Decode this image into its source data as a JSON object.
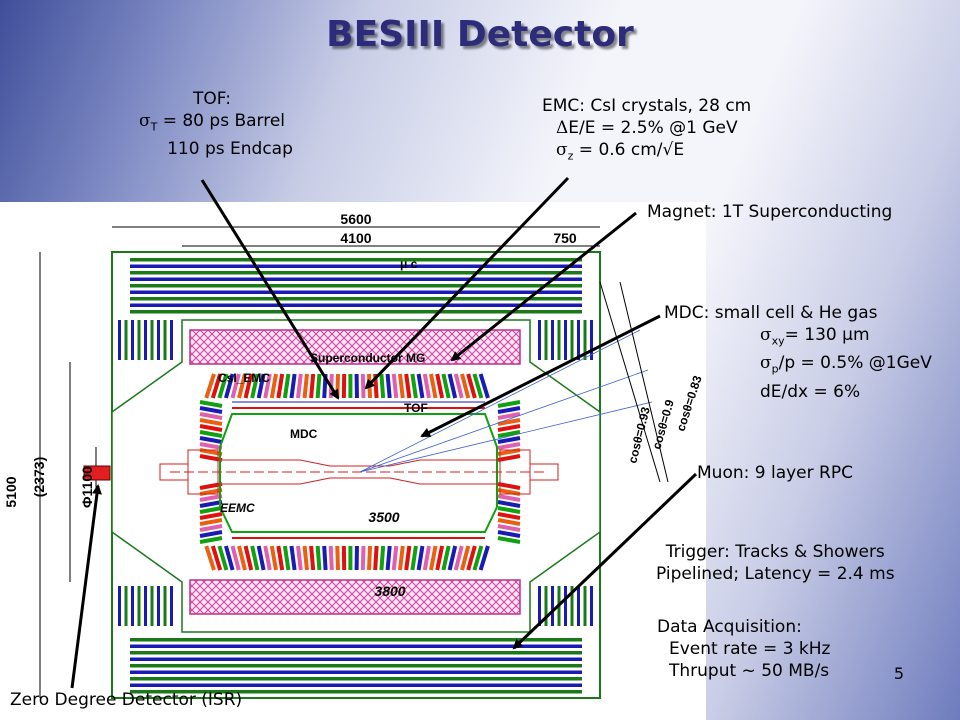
{
  "title": "BESIII Detector",
  "tof": {
    "line1": "TOF:",
    "sigma": "σ",
    "sub": "T",
    "line2_rest": " =  80 ps  Barrel",
    "line3": "110 ps  Endcap"
  },
  "emc": {
    "line1": "EMC:   CsI crystals, 28 cm",
    "delta": "Δ",
    "line2_rest": "E/E  = 2.5% @1 GeV",
    "sigma": "σ",
    "sub": "z",
    "line3_rest": " = 0.6 cm/√E"
  },
  "magnet": {
    "text": "Magnet:  1T Superconducting"
  },
  "mdc": {
    "line1": "MDC:  small cell & He gas",
    "sigma": "σ",
    "sub1": "xy",
    "line2_rest": "= 130 μm",
    "sub2": "p",
    "line3_rest": "/p = 0.5% @1GeV",
    "line4": "dE/dx = 6%"
  },
  "muon": {
    "text": "Muon:  9 layer RPC"
  },
  "trigger": {
    "line1": "Trigger: Tracks & Showers",
    "line2": "Pipelined; Latency = 2.4 ms"
  },
  "daq": {
    "line1": "Data Acquisition:",
    "line2": "Event rate = 3 kHz",
    "line3": "Thruput ~ 50 MB/s"
  },
  "zdd": {
    "text": "Zero Degree Detector (ISR)"
  },
  "page_number": "5",
  "drawing": {
    "dim_5600": "5600",
    "dim_4100": "4100",
    "dim_750": "750",
    "dim_5100": "5100",
    "dim_2373": "(2373)",
    "dim_1100": "Φ1100",
    "dim_3500": "3500",
    "dim_3800": "3800",
    "label_mu": "μ c",
    "label_sc": "Superconductor MG",
    "label_csi": "CsI_EMC",
    "label_tof": "TOF",
    "label_mdc": "MDC",
    "label_eemc": "EEMC",
    "cos083": "cosθ=0.83",
    "cos09": "cosθ=0.9",
    "cos093": "cosθ=0.93"
  },
  "colors": {
    "title": "#2c2c7a",
    "muon_green": "#1a7a1a",
    "muon_blue": "#1a1ab4",
    "magnet_pink": "#e060b0",
    "emc_orange": "#e86010",
    "emc_red": "#e01010",
    "mdc_green": "#10a010",
    "zdd_red": "#e02020"
  }
}
